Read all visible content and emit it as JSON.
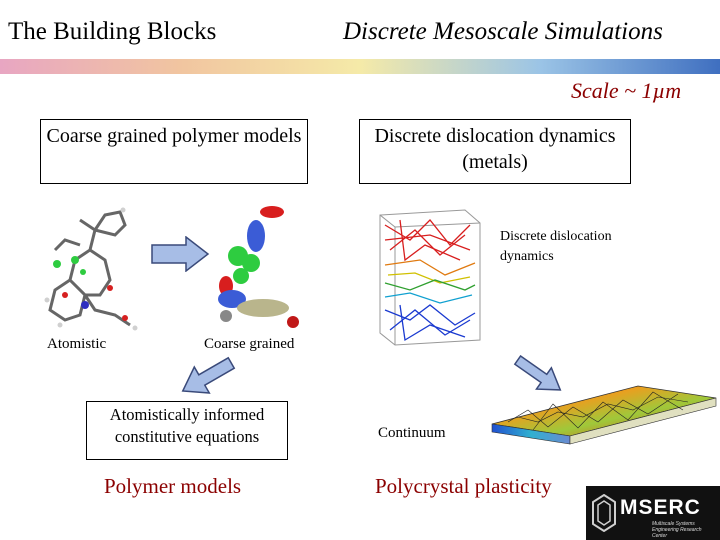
{
  "header": {
    "left_title": "The Building Blocks",
    "right_title": "Discrete Mesoscale Simulations",
    "bar_colors": [
      "#e8a6c2",
      "#f1c5a0",
      "#f5eaa8",
      "#9bc4e6",
      "#3f6fc0"
    ]
  },
  "scale_label": "Scale ~ 1µm",
  "polymer": {
    "box_title": "Coarse grained polymer models",
    "atomistic_label": "Atomistic",
    "coarse_label": "Coarse grained",
    "equations_box": "Atomistically informed constitutive equations",
    "footer_label": "Polymer models"
  },
  "metals": {
    "box_title": "Discrete dislocation dynamics (metals)",
    "dd_label": "Discrete dislocation dynamics",
    "continuum_label": "Continuum",
    "footer_label": "Polycrystal plasticity"
  },
  "logo": {
    "text": "MSERC",
    "subtext": "Multiscale Systems Engineering Research Center"
  },
  "colors": {
    "arrow_fill": "#a7bde6",
    "arrow_stroke": "#3a4a7a",
    "accent_red": "#8b0000"
  }
}
